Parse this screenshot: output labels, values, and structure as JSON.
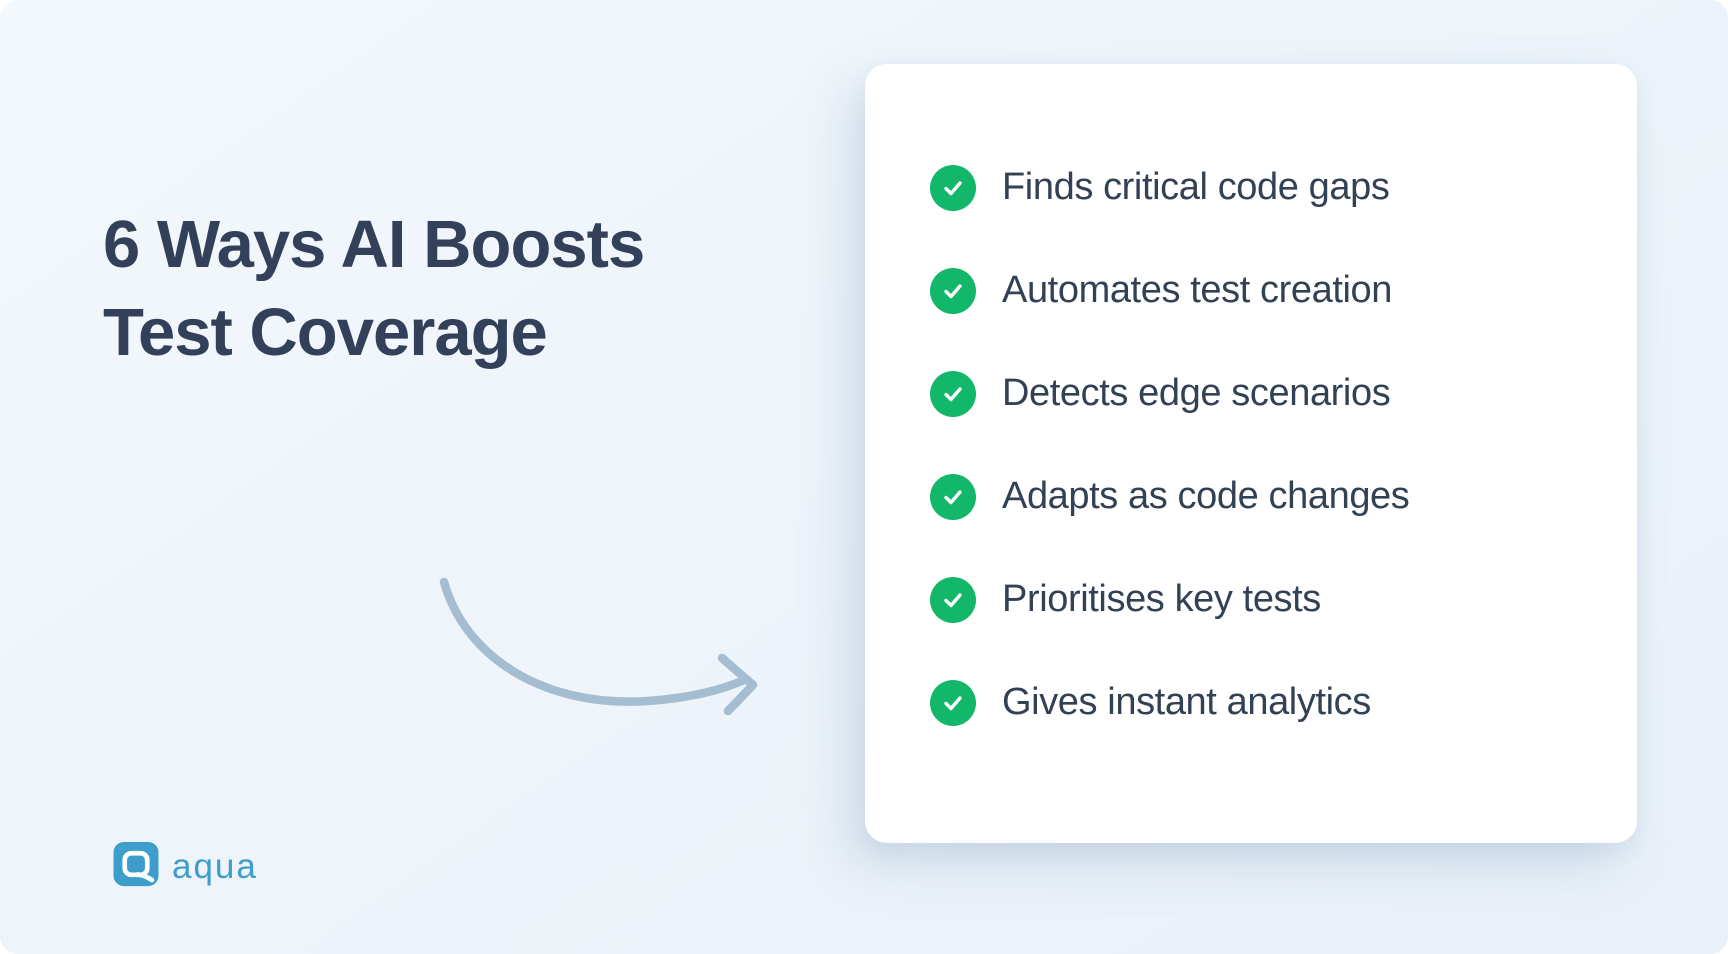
{
  "page": {
    "background_top": "#f3f8fc",
    "background_bottom": "#e9f0f8"
  },
  "title": {
    "lines": [
      "6 Ways AI Boosts",
      "Test Coverage"
    ],
    "color": "#32405a"
  },
  "card": {
    "background": "#ffffff",
    "check_color": "#12b76a",
    "text_color": "#334155",
    "items": [
      {
        "icon": "check-icon",
        "label": "Finds critical code gaps"
      },
      {
        "icon": "check-icon",
        "label": "Automates test creation"
      },
      {
        "icon": "check-icon",
        "label": "Detects edge scenarios"
      },
      {
        "icon": "check-icon",
        "label": "Adapts as code changes"
      },
      {
        "icon": "check-icon",
        "label": "Prioritises key tests"
      },
      {
        "icon": "check-icon",
        "label": "Gives instant analytics"
      }
    ]
  },
  "arrow": {
    "icon": "curved-arrow-icon",
    "color": "#a4bdd0"
  },
  "logo": {
    "icon": "aqua-logo-icon",
    "text": "aqua",
    "color": "#3e9ecb"
  }
}
